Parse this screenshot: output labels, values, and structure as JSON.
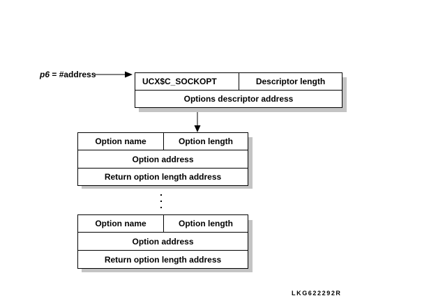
{
  "pointer_label": {
    "register": "p6",
    "rest": " = #address"
  },
  "sockopt_block": {
    "code": "UCX$C_SOCKOPT",
    "descriptor_length": "Descriptor length",
    "options_descriptor_address": "Options descriptor address"
  },
  "option_items": [
    {
      "option_name": "Option name",
      "option_length": "Option length",
      "option_address": "Option address",
      "return_length_address": "Return option length address"
    },
    {
      "option_name": "Option name",
      "option_length": "Option length",
      "option_address": "Option address",
      "return_length_address": "Return option length address"
    }
  ],
  "figure_code": "LKG622292R"
}
